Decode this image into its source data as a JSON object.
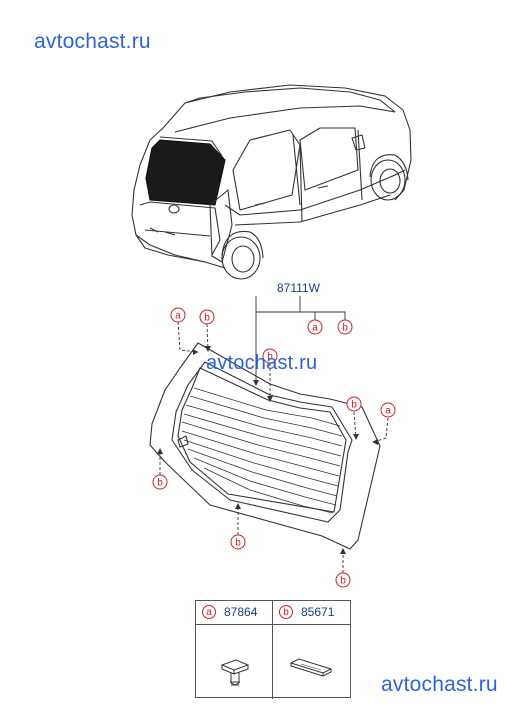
{
  "watermark": {
    "top": "avtochast.ru",
    "middle": "avtochast.ru",
    "bottom": "avtochast.ru"
  },
  "diagram": {
    "main_part_number": "87111W",
    "callouts": {
      "a": "a",
      "b": "b"
    }
  },
  "legend": {
    "items": [
      {
        "letter": "a",
        "part_number": "87864",
        "icon": "clip-icon"
      },
      {
        "letter": "b",
        "part_number": "85671",
        "icon": "pad-icon"
      }
    ]
  },
  "colors": {
    "watermark": "#2f63d8",
    "part_number": "#1a3c8c",
    "callout": "#d22020",
    "line": "#333333"
  }
}
